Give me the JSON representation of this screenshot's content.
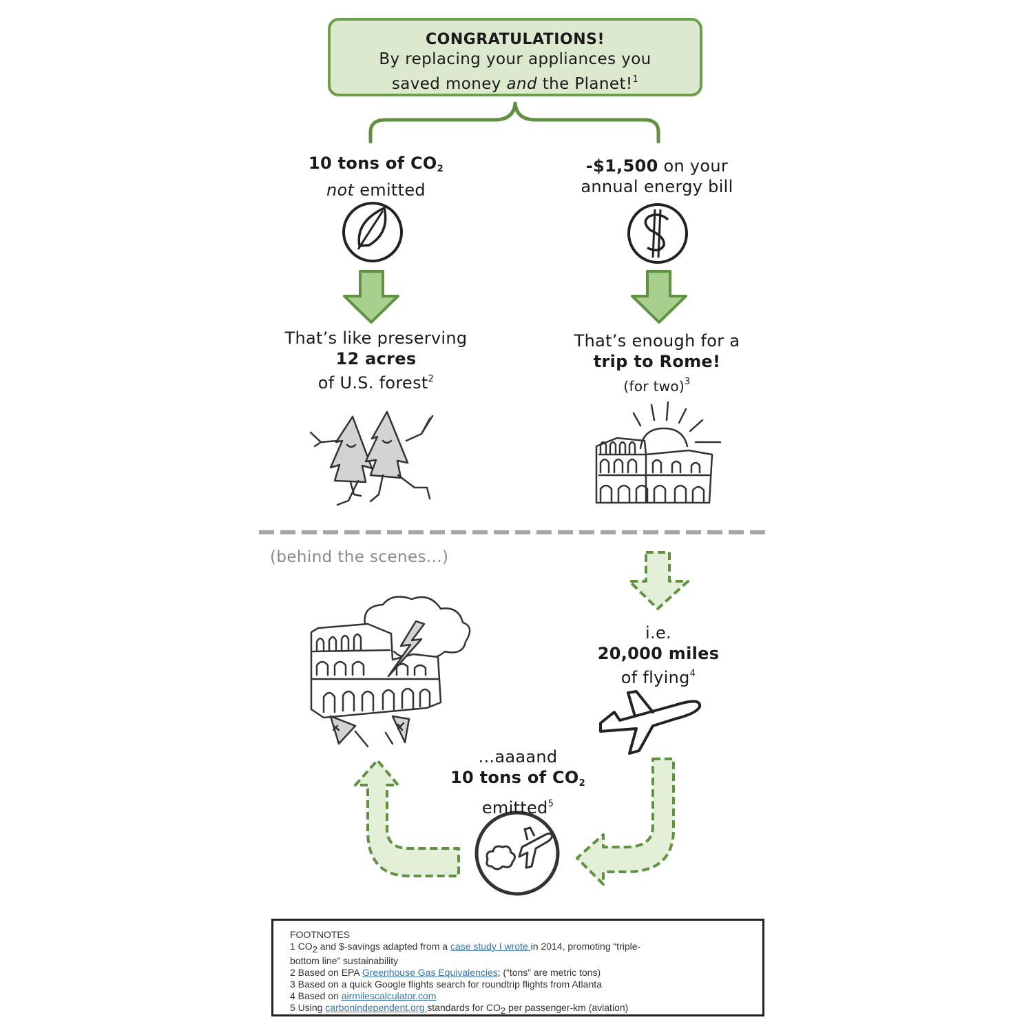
{
  "banner": {
    "heading": "CONGRATULATIONS!",
    "line2": "By replacing your appliances you",
    "line3_a": "saved money ",
    "line3_em": "and",
    "line3_b": " the Planet!",
    "line3_sup": "1"
  },
  "left": {
    "co2_bold": "10 tons of CO",
    "co2_sub": "2",
    "not_em": "not",
    "emitted": " emitted",
    "icon": "leaf-icon",
    "equiv_line1": "That’s like preserving",
    "equiv_bold": "12 acres",
    "equiv_line3": "of U.S. forest",
    "equiv_sup": "2",
    "drawing": "dancing-trees-drawing"
  },
  "right": {
    "amount_bold": "-$1,500",
    "amount_rest": " on your",
    "line2": "annual energy bill",
    "icon": "dollar-icon",
    "equiv_line1": "That’s enough for a",
    "equiv_bold": "trip to Rome!",
    "equiv_line3": "(for two)",
    "equiv_sup": "3",
    "drawing": "colosseum-sun-drawing"
  },
  "behind": "(behind the scenes...)",
  "flying": {
    "ie": "i.e.",
    "miles_bold": "20,000 miles",
    "of_flying": "of flying",
    "sup": "4",
    "drawing": "airplane-drawing"
  },
  "emitted": {
    "line1": "...aaaand",
    "bold": "10 tons of CO",
    "sub": "2",
    "line3": "emitted",
    "sup": "5",
    "icon": "plane-exhaust-icon",
    "drawing": "stormy-colosseum-drawing"
  },
  "footnotes": {
    "title": "FOOTNOTES",
    "fn1_a": "1 CO",
    "fn1_sub": "2",
    "fn1_b": " and $-savings adapted from a ",
    "fn1_link": "case study I wrote ",
    "fn1_c": "in 2014, promoting “triple-",
    "fn1_d": "bottom line” sustainability",
    "fn2_a": "2 Based on EPA ",
    "fn2_link": "Greenhouse Gas Equivalencies",
    "fn2_b": "; (“tons” are metric tons)",
    "fn3": "3 Based on a quick Google flights search for roundtrip flights from Atlanta",
    "fn4_a": "4 Based on ",
    "fn4_link": "airmilescalculator.com",
    "fn5_a": "5 Using ",
    "fn5_link": "carbonindependent.org ",
    "fn5_b": "standards for CO",
    "fn5_sub": "2",
    "fn5_c": " per passenger-km (aviation)"
  },
  "colors": {
    "green_fill": "#a9cf8f",
    "green_stroke": "#5f9140",
    "banner_fill": "#dde9cf",
    "divider": "#a6a6a6"
  }
}
